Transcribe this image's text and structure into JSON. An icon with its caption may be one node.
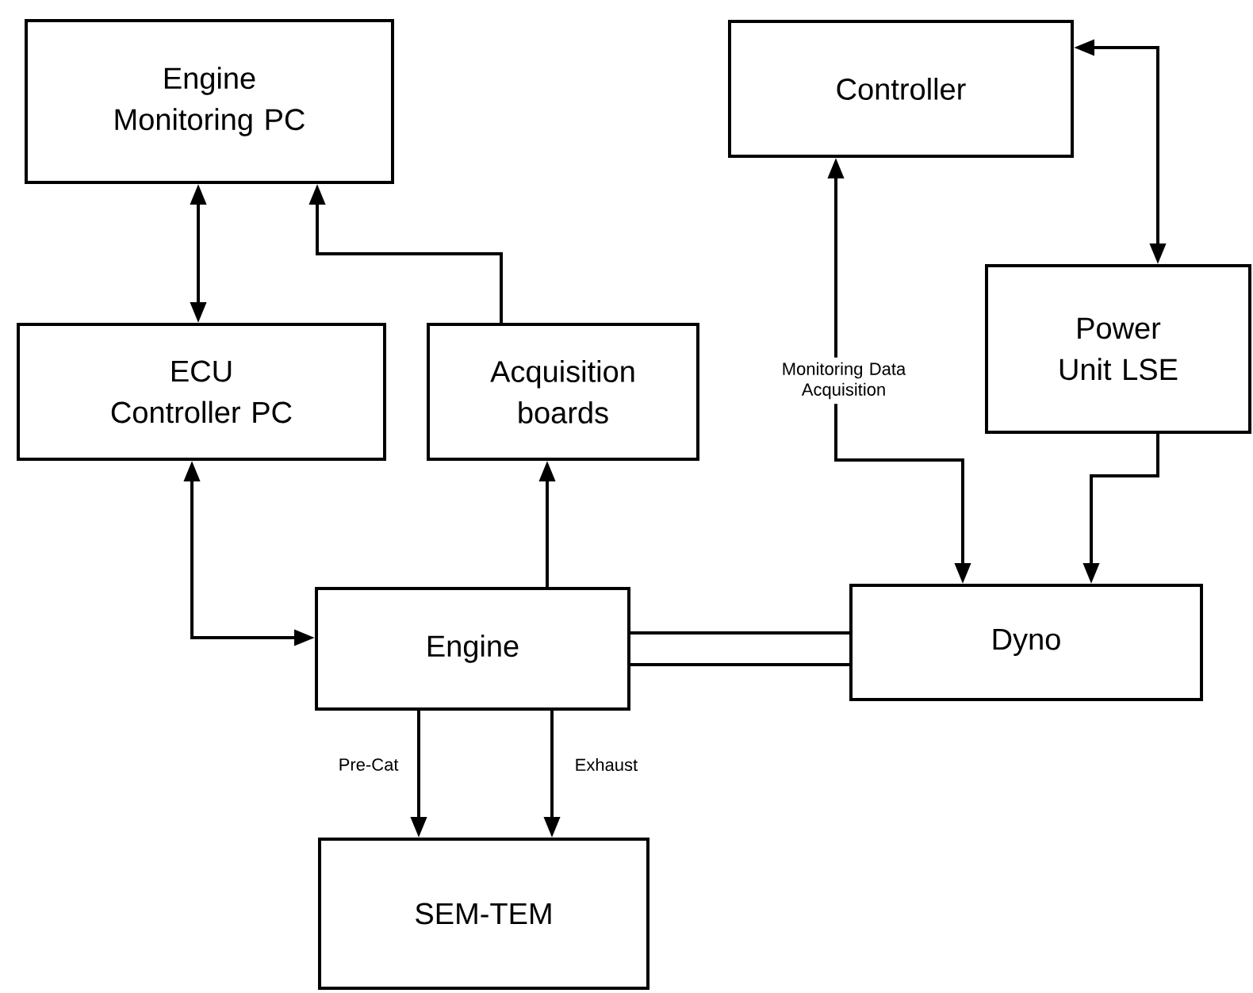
{
  "diagram": {
    "nodes": [
      {
        "text": [
          "Engine Monitoring PC"
        ]
      },
      {
        "text": [
          "Controller"
        ]
      },
      {
        "text": [
          "ECU Controller PC"
        ]
      },
      {
        "text": [
          "Acquisition boards"
        ]
      },
      {
        "text": [
          "Power Unit LSE"
        ]
      },
      {
        "text": [
          "Engine"
        ]
      },
      {
        "text": [
          "Dyno"
        ]
      },
      {
        "text": [
          "SEM-TEM"
        ]
      }
    ],
    "edges": [
      {
        "from": 0,
        "to": 2,
        "arrow": "both"
      },
      {
        "from": 3,
        "to": 0,
        "arrow": "to"
      },
      {
        "from": 5,
        "to": 3,
        "arrow": "to"
      },
      {
        "from": 2,
        "to": 5,
        "arrow": "both"
      },
      {
        "from": 6,
        "to": 1,
        "arrow": "both",
        "label": "Monitoring Data Acquisition"
      },
      {
        "from": 1,
        "to": 4,
        "arrow": "both"
      },
      {
        "from": 4,
        "to": 6,
        "arrow": "to"
      },
      {
        "from": 5,
        "to": 6,
        "arrow": "none",
        "style": "thick"
      },
      {
        "from": 5,
        "to": 7,
        "arrow": "to",
        "label": "Pre-Cat"
      },
      {
        "from": 5,
        "to": 7,
        "arrow": "to",
        "label": "Exhaust"
      }
    ]
  }
}
